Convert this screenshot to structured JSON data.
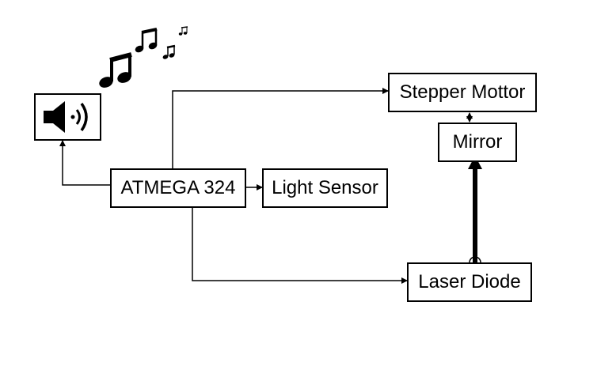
{
  "diagram": {
    "nodes": {
      "atmega": "ATMEGA 324",
      "light_sensor": "Light Sensor",
      "stepper": "Stepper Mottor",
      "mirror": "Mirror",
      "laser": "Laser Diode"
    },
    "icons": {
      "speaker": "speaker-icon",
      "notes": "music-notes-icon"
    },
    "edges": [
      {
        "from": "atmega",
        "to": "speaker"
      },
      {
        "from": "atmega",
        "to": "stepper"
      },
      {
        "from": "atmega",
        "to": "light_sensor"
      },
      {
        "from": "atmega",
        "to": "laser"
      },
      {
        "from": "stepper",
        "to": "mirror",
        "bidirectional": true
      },
      {
        "from": "laser",
        "to": "mirror",
        "type": "beam"
      }
    ]
  }
}
